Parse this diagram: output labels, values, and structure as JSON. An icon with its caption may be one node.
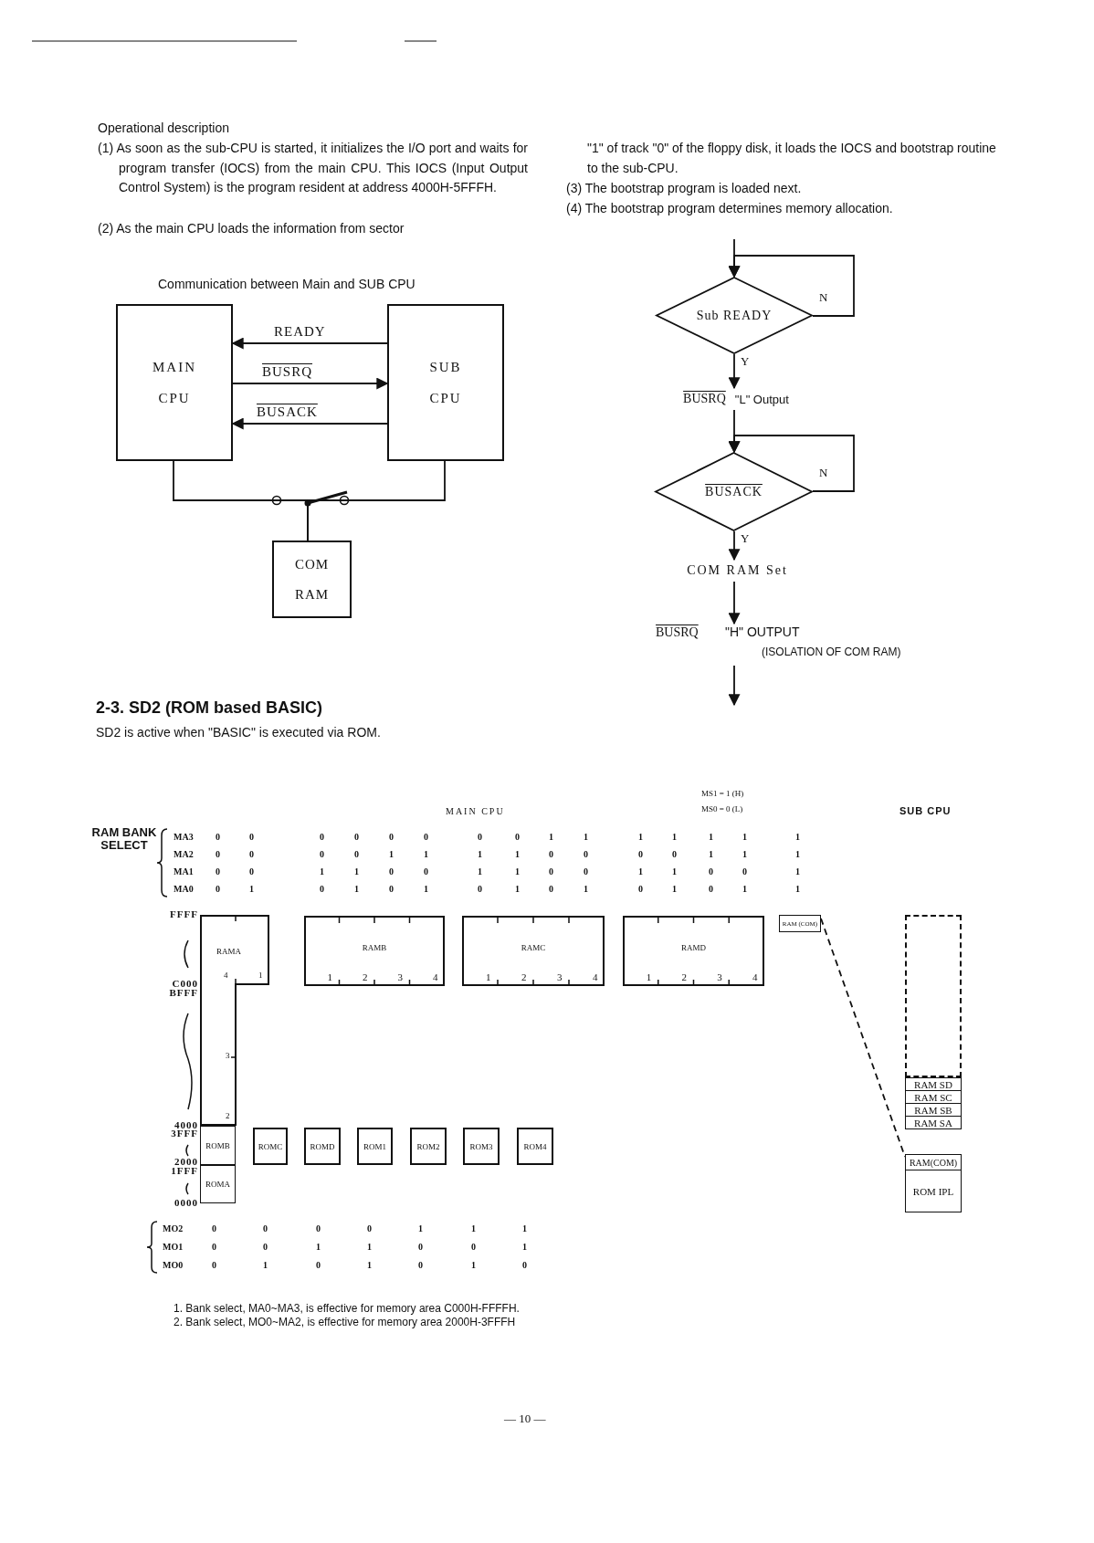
{
  "diagram": {
    "nodes": [
      {
        "text": [
          "MAIN CPU"
        ]
      },
      {
        "text": [
          "SUB CPU"
        ]
      },
      {
        "text": [
          "COM RAM"
        ]
      },
      {
        "text": [
          "Sub READY"
        ]
      },
      {
        "text": [
          "BUSRQ",
          "\"L\" Output"
        ]
      },
      {
        "text": [
          "BUSACK"
        ]
      },
      {
        "text": [
          "COM RAM Set"
        ]
      },
      {
        "text": [
          "BUSRQ",
          "\"H\" OUTPUT",
          "(ISOLATION OF COM RAM)"
        ]
      },
      {
        "text": [
          "RAMA",
          "4",
          "1",
          "3",
          "2"
        ]
      },
      {
        "text": [
          "RAMB",
          "1",
          "2",
          "3",
          "4"
        ]
      },
      {
        "text": [
          "RAMC",
          "1",
          "2",
          "3",
          "4"
        ]
      },
      {
        "text": [
          "RAMD",
          "1",
          "2",
          "3",
          "4"
        ]
      },
      {
        "text": [
          "RAM (COM)"
        ]
      },
      {
        "text": [
          "ROMB"
        ]
      },
      {
        "text": [
          "ROMA"
        ]
      },
      {
        "text": [
          "ROMC"
        ]
      },
      {
        "text": [
          "ROMD"
        ]
      },
      {
        "text": [
          "ROM1"
        ]
      },
      {
        "text": [
          "ROM2"
        ]
      },
      {
        "text": [
          "ROM3"
        ]
      },
      {
        "text": [
          "ROM4"
        ]
      },
      {
        "text": [],
        "shape": "box"
      },
      {
        "text": [
          "RAM SD"
        ]
      },
      {
        "text": [
          "RAM SC"
        ]
      },
      {
        "text": [
          "RAM SB"
        ]
      },
      {
        "text": [
          "RAM SA"
        ]
      },
      {
        "text": [
          "RAM(COM)"
        ]
      },
      {
        "text": [
          "ROM IPL"
        ]
      }
    ],
    "edges": [
      {
        "from": 1,
        "to": 0,
        "arrow": "to",
        "label": "READY"
      },
      {
        "from": 0,
        "to": 1,
        "arrow": "to",
        "label": "BUSRQ"
      },
      {
        "from": 1,
        "to": 0,
        "arrow": "to",
        "label": "BUSACK"
      },
      {
        "from": 0,
        "to": 2,
        "arrow": "none"
      },
      {
        "from": 1,
        "to": 2,
        "arrow": "none"
      },
      {
        "from": null,
        "to": 3,
        "arrow": "to"
      },
      {
        "from": 3,
        "to": 3,
        "arrow": "to",
        "label": "N"
      },
      {
        "from": 3,
        "to": 4,
        "arrow": "to",
        "label": "Y"
      },
      {
        "from": 4,
        "to": 5,
        "arrow": "to"
      },
      {
        "from": 5,
        "to": 5,
        "arrow": "to",
        "label": "N"
      },
      {
        "from": 5,
        "to": 6,
        "arrow": "to",
        "label": "Y"
      },
      {
        "from": 6,
        "to": 7,
        "arrow": "to"
      },
      {
        "from": 7,
        "to": null,
        "arrow": "to"
      },
      {
        "from": 12,
        "to": 26,
        "arrow": "none",
        "style": "dashed"
      }
    ],
    "labels": [
      "Operational description",
      "(1) As soon as the sub-CPU is started, it initializes the I/O port and waits for program transfer (IOCS) from the main CPU. This IOCS (Input Output Control System) is the program resident at address 4000H-5FFFH.",
      "(2) As the main CPU loads the information from sector",
      "\"1\" of track \"0\" of the floppy disk, it loads the IOCS and bootstrap routine to the sub-CPU.",
      "(3) The bootstrap program is loaded next.",
      "(4) The bootstrap program determines memory allocation.",
      "Communication between Main and SUB CPU",
      "2-3. SD2 (ROM based BASIC)",
      "SD2 is active when \"BASIC\" is executed via ROM.",
      "MAIN CPU",
      "MS1 = 1 (H)",
      "MS0 = 0 (L)",
      "SUB CPU",
      "RAM BANK SELECT",
      "MA3",
      "0",
      "0",
      "0",
      "0",
      "0",
      "0",
      "0",
      "0",
      "1",
      "1",
      "1",
      "1",
      "1",
      "1",
      "1",
      "MA2",
      "0",
      "0",
      "0",
      "0",
      "1",
      "1",
      "1",
      "1",
      "0",
      "0",
      "0",
      "0",
      "1",
      "1",
      "1",
      "MA1",
      "0",
      "0",
      "1",
      "1",
      "0",
      "0",
      "1",
      "1",
      "0",
      "0",
      "1",
      "1",
      "0",
      "0",
      "1",
      "MA0",
      "0",
      "1",
      "0",
      "1",
      "0",
      "1",
      "0",
      "1",
      "0",
      "1",
      "0",
      "1",
      "0",
      "1",
      "1",
      "FFFF",
      "C000",
      "BFFF",
      "4000",
      "3FFF",
      "2000",
      "1FFF",
      "0000",
      "MO2",
      "0",
      "0",
      "0",
      "0",
      "1",
      "1",
      "1",
      "MO1",
      "0",
      "0",
      "1",
      "1",
      "0",
      "0",
      "1",
      "MO0",
      "0",
      "1",
      "0",
      "1",
      "0",
      "1",
      "0",
      "1. Bank select, MA0~MA3, is effective for memory area C000H-FFFFH.",
      "2. Bank select, MO0~MA2, is effective for memory area 2000H-3FFFH",
      "— 10 —"
    ]
  }
}
